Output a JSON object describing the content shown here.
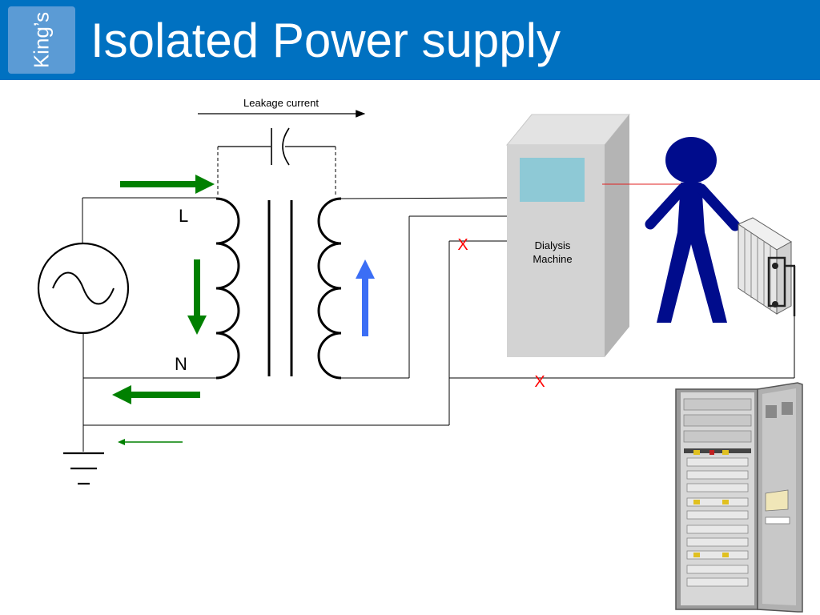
{
  "header": {
    "logo_text": "King’s",
    "title": "Isolated Power supply"
  },
  "diagram": {
    "leakage_label": "Leakage current",
    "live_label": "L",
    "neutral_label": "N",
    "machine_label_line1": "Dialysis",
    "machine_label_line2": "Machine",
    "break_mark": "X",
    "colors": {
      "header": "#0071c1",
      "logo": "#5b9bd5",
      "current_arrow": "#008000",
      "secondary_arrow": "#3b6ef5",
      "person": "#000c8c",
      "machine": "#d0d0d0",
      "machine_screen": "#8ec9d6",
      "break_mark": "#ff0000"
    }
  }
}
